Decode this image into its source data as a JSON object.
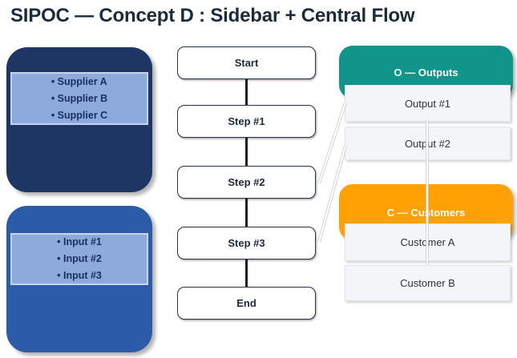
{
  "title": "SIPOC — Concept D : Sidebar + Central Flow",
  "sidebar": {
    "suppliers": {
      "items": [
        "Supplier A",
        "Supplier B",
        "Supplier C"
      ]
    },
    "inputs": {
      "items": [
        "Input #1",
        "Input #2",
        "Input #3"
      ]
    }
  },
  "flow": {
    "steps": [
      "Start",
      "Step #1",
      "Step #2",
      "Step #3",
      "End"
    ]
  },
  "panels": {
    "outputs": {
      "header": "O — Outputs",
      "rows": [
        "Output #1",
        "Output #2"
      ]
    },
    "customers": {
      "header": "C — Customers",
      "rows": [
        "Customer A",
        "Customer B"
      ]
    }
  },
  "colors": {
    "title_text": "#1C2B3B",
    "suppliers_panel": "#1D3664",
    "inputs_panel": "#2C5CA8",
    "list_box_fill": "#8EA9DB",
    "list_box_border": "#C7D4EE",
    "list_text": "#16305F",
    "outputs_header": "#11948A",
    "customers_header": "#FFA005",
    "row_fill": "#F4F5F8",
    "flow_box_border": "#26334A",
    "flow_connector": "#18222F",
    "cross_connector": "#FFFFFF"
  }
}
